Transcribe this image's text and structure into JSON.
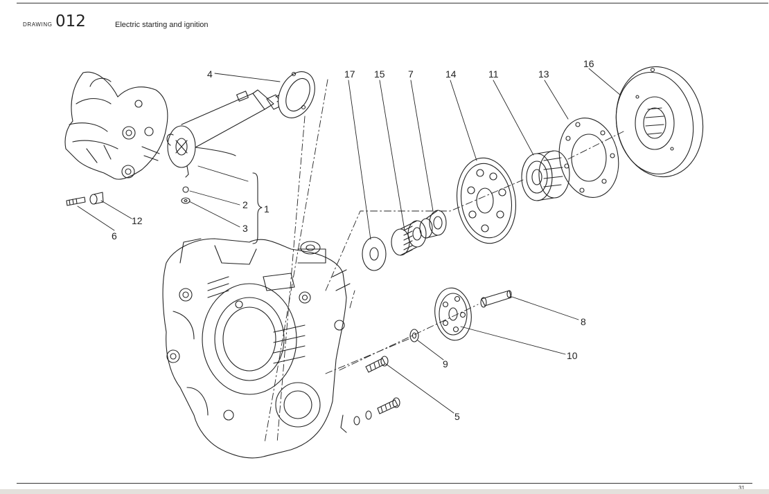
{
  "header": {
    "drawing_word": "DRAWING",
    "drawing_number": "012",
    "title": "Electric starting and ignition"
  },
  "footer": {
    "page_number": "31"
  },
  "callouts": [
    "1",
    "2",
    "3",
    "4",
    "5",
    "6",
    "7",
    "8",
    "9",
    "10",
    "11",
    "12",
    "13",
    "14",
    "15",
    "16",
    "17"
  ]
}
